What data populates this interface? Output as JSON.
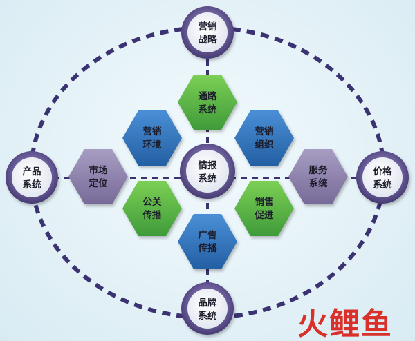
{
  "diagram": {
    "center": {
      "line1": "情报",
      "line2": "系统"
    },
    "outer_nodes": {
      "top": {
        "line1": "营销",
        "line2": "战略"
      },
      "left": {
        "line1": "产品",
        "line2": "系统"
      },
      "right": {
        "line1": "价格",
        "line2": "系统"
      },
      "bottom": {
        "line1": "品牌",
        "line2": "系统"
      }
    },
    "hexagons": {
      "top": {
        "line1": "通路",
        "line2": "系统"
      },
      "top_left": {
        "line1": "营销",
        "line2": "环境"
      },
      "top_right": {
        "line1": "营销",
        "line2": "组织"
      },
      "left": {
        "line1": "市场",
        "line2": "定位"
      },
      "right": {
        "line1": "服务",
        "line2": "系统"
      },
      "bottom_left": {
        "line1": "公关",
        "line2": "传播"
      },
      "bottom_right": {
        "line1": "销售",
        "line2": "促进"
      },
      "bottom": {
        "line1": "广告",
        "line2": "传播"
      }
    }
  },
  "watermark": {
    "text": "火鲤鱼"
  },
  "colors": {
    "green": "#4fae3f",
    "blue": "#2f73ba",
    "purple": "#8a7da8",
    "ring": "#4b3f7a",
    "watermark": "#d9302a"
  }
}
